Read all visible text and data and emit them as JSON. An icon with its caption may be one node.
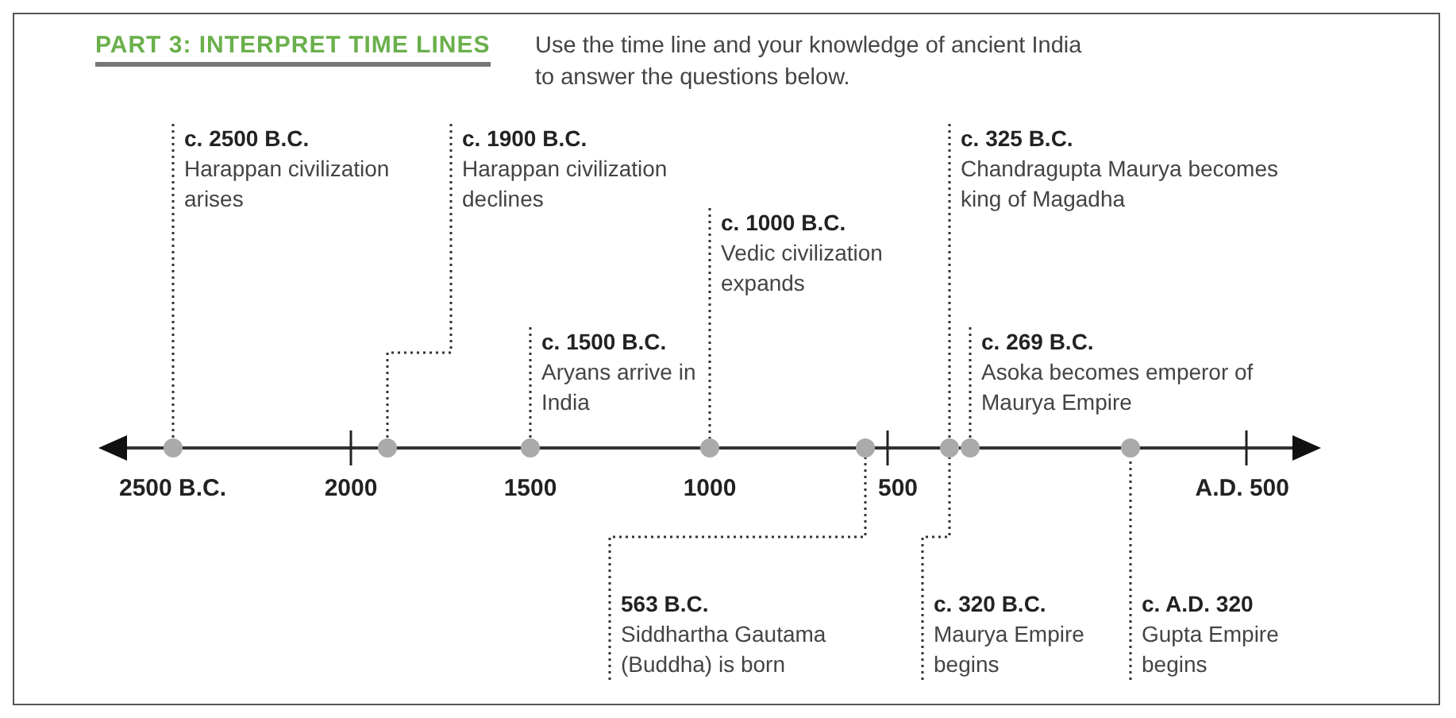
{
  "diagram": {
    "title": "PART 3: INTERPRET TIME LINES",
    "nodes": [
      {
        "text": [
          "c. 2500 B.C.",
          "Harappan civilization arises"
        ]
      },
      {
        "text": [
          "c. 1900 B.C.",
          "Harappan civilization declines"
        ]
      },
      {
        "text": [
          "c. 325 B.C.",
          "Chandragupta Maurya becomes king of Magadha"
        ]
      },
      {
        "text": [
          "c. 1000 B.C.",
          "Vedic civilization expands"
        ]
      },
      {
        "text": [
          "c. 1500 B.C.",
          "Aryans arrive in India"
        ]
      },
      {
        "text": [
          "c. 269 B.C.",
          "Asoka becomes emperor of Maurya Empire"
        ]
      },
      {
        "text": [
          "563 B.C.",
          "Siddhartha Gautama (Buddha) is born"
        ]
      },
      {
        "text": [
          "c. 320 B.C.",
          "Maurya Empire begins"
        ]
      },
      {
        "text": [
          "c. A.D. 320",
          "Gupta Empire begins"
        ]
      },
      {
        "text": [],
        "shape": "circle"
      },
      {
        "text": [],
        "shape": "circle"
      },
      {
        "text": [],
        "shape": "circle"
      },
      {
        "text": [],
        "shape": "circle"
      },
      {
        "text": [],
        "shape": "circle"
      },
      {
        "text": [],
        "shape": "circle"
      },
      {
        "text": [],
        "shape": "circle"
      },
      {
        "text": [],
        "shape": "circle"
      }
    ],
    "edges": [
      {
        "from": 0,
        "to": 9,
        "arrow": "none",
        "style": "dashed"
      },
      {
        "from": 1,
        "to": 10,
        "arrow": "none",
        "style": "dashed"
      },
      {
        "from": 2,
        "to": 14,
        "arrow": "none",
        "style": "dashed"
      },
      {
        "from": 3,
        "to": 12,
        "arrow": "none",
        "style": "dashed"
      },
      {
        "from": 4,
        "to": 11,
        "arrow": "none",
        "style": "dashed"
      },
      {
        "from": 5,
        "to": 15,
        "arrow": "none",
        "style": "dashed"
      },
      {
        "from": 6,
        "to": 13,
        "arrow": "none",
        "style": "dashed"
      },
      {
        "from": 7,
        "to": 14,
        "arrow": "none",
        "style": "dashed"
      },
      {
        "from": 8,
        "to": 16,
        "arrow": "none",
        "style": "dashed"
      }
    ],
    "labels": [
      "Use the time line and your knowledge of ancient India to answer the questions below.",
      "2500 B.C.",
      "2000",
      "1500",
      "1000",
      "500",
      "A.D. 500"
    ]
  }
}
